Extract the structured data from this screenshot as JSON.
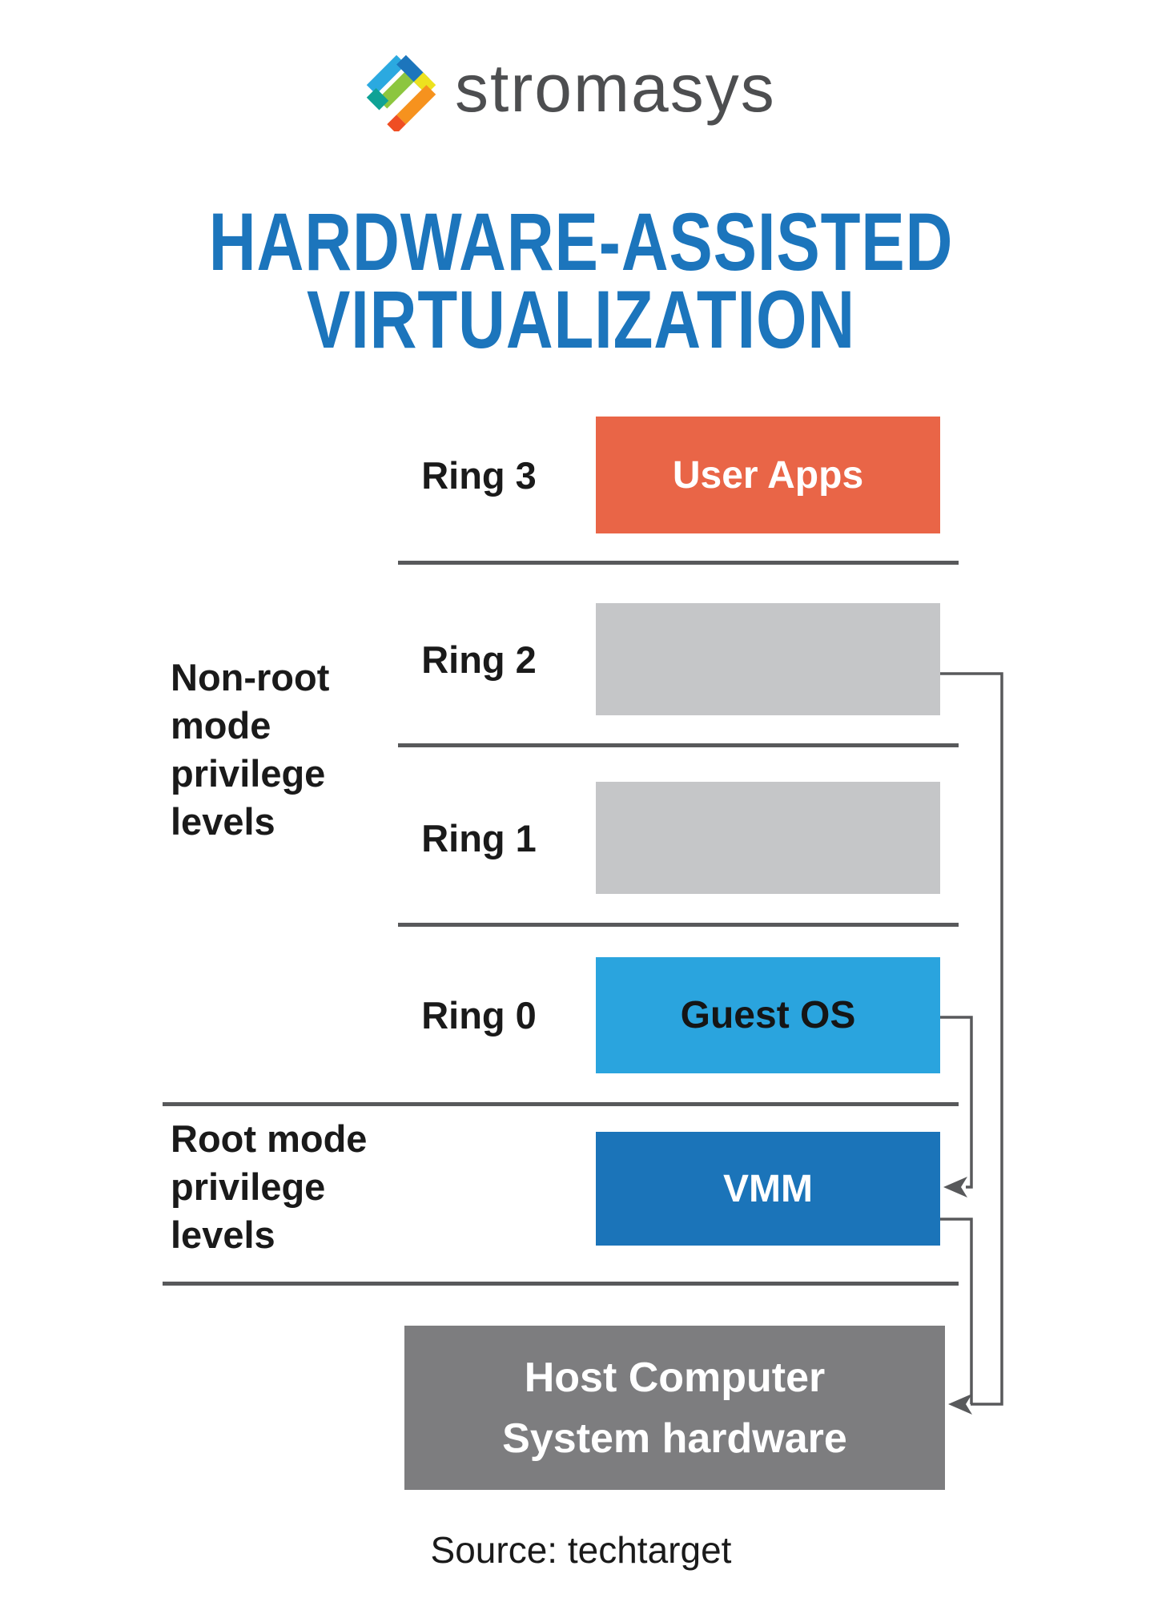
{
  "brand": {
    "name": "stromasys",
    "icon": "stromasys-diamond-logo",
    "icon_colors": [
      "#2BA9E0",
      "#1C75BC",
      "#8CC63F",
      "#0FA295",
      "#EDE21F",
      "#F6921E",
      "#EF4E23"
    ],
    "wordmark_color": "#4D4E50"
  },
  "title": {
    "line1": "HARDWARE-ASSISTED",
    "line2": "VIRTUALIZATION",
    "color": "#1C75BC"
  },
  "sections": {
    "non_root": {
      "label_lines": [
        "Non-root",
        "mode",
        "privilege",
        "levels"
      ]
    },
    "root": {
      "label_lines": [
        "Root mode",
        "privilege",
        "levels"
      ]
    }
  },
  "rings": [
    {
      "label": "Ring 3",
      "box_text": "User Apps",
      "box_color": "#E96547",
      "text_color": "#FFFFFF"
    },
    {
      "label": "Ring 2",
      "box_text": "",
      "box_color": "#C5C6C8",
      "text_color": ""
    },
    {
      "label": "Ring 1",
      "box_text": "",
      "box_color": "#C5C6C8",
      "text_color": ""
    },
    {
      "label": "Ring 0",
      "box_text": "Guest OS",
      "box_color": "#2AA4DE",
      "text_color": "#151515"
    }
  ],
  "vmm": {
    "box_text": "VMM",
    "box_color": "#1B74B9",
    "text_color": "#FFFFFF"
  },
  "host": {
    "line1": "Host Computer",
    "line2": "System hardware",
    "box_color": "#7D7D7F",
    "text_color": "#FFFFFF"
  },
  "source": {
    "text": "Source: techtarget"
  },
  "connectors": {
    "line_color": "#58595B",
    "divider_color": "#58595B",
    "arrow_icon": "left-arrowhead",
    "links": [
      "ring2-box to host-box",
      "guest-os-box to vmm-box",
      "vmm-box to host-box"
    ]
  }
}
